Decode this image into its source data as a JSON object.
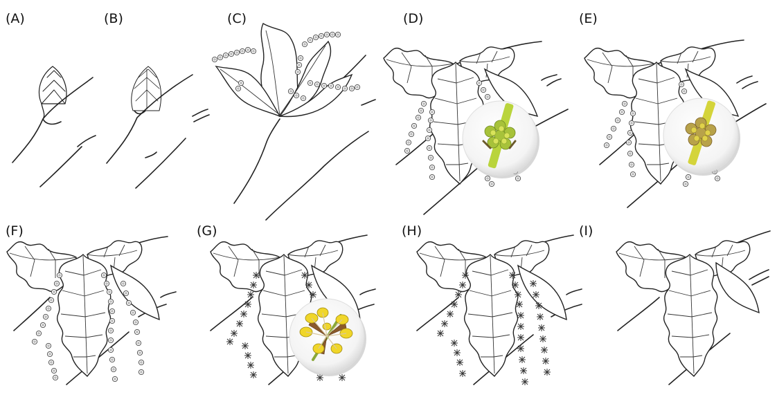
{
  "panels": [
    {
      "id": "A",
      "label": "(A)",
      "stage": "bud"
    },
    {
      "id": "B",
      "label": "(B)",
      "stage": "bud-swelling"
    },
    {
      "id": "C",
      "label": "(C)",
      "stage": "bud-burst"
    },
    {
      "id": "D",
      "label": "(D)",
      "stage": "catkins-green"
    },
    {
      "id": "E",
      "label": "(E)",
      "stage": "catkins-yellowing"
    },
    {
      "id": "F",
      "label": "(F)",
      "stage": "catkins-elongated"
    },
    {
      "id": "G",
      "label": "(G)",
      "stage": "anthesis"
    },
    {
      "id": "H",
      "label": "(H)",
      "stage": "post-anthesis"
    },
    {
      "id": "I",
      "label": "(I)",
      "stage": "catkins-fallen"
    }
  ],
  "colors": {
    "line": "#1e1e1e",
    "flower_green": "#b7d33a",
    "flower_yellow": "#e8d22a",
    "flower_brown": "#8a6a3a",
    "stem_green": "#b9d43c",
    "inset_shadow": "#bdbdbd"
  }
}
